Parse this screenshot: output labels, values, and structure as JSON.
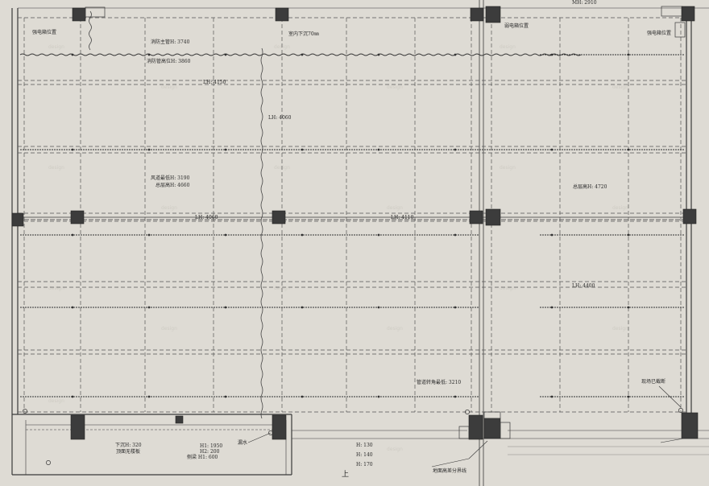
{
  "labels": {
    "top_mh": "MH: 2910",
    "strong_box_left": "强电箱位置",
    "weak_box": "弱电箱位置",
    "strong_box_right": "强电箱位置",
    "fire_main": "消防主管H: 3740",
    "fire_pipe_height": "消防管高位H: 3860",
    "indoor_sink": "室内下沉70㎜",
    "lh_4150": "LH: 4150",
    "lh_4060_vert": "LH: 4060",
    "duct_min": "风道最低H: 3190",
    "floor_height_a": "总层高H: 4660",
    "floor_height_b": "总层高H: 4720",
    "lh_4060_row": "LH: 4060",
    "lh_4110": "LH: 4110",
    "lh_4400": "LH: 4400",
    "pipe_corner": "管道转角最低: 3210",
    "site_cut": "现场已截断",
    "sink_320": "下沉H: 320",
    "no_stair": "顶面无楼板",
    "h1_1950": "H1: 1950",
    "h2_200": "H2: 200",
    "side_beam": "侧梁 H1: 600",
    "leak": "漏水",
    "h_130": "H: 130",
    "h_140": "H: 140",
    "h_170": "H: 170",
    "floor_boundary": "地面高差分界线",
    "up": "上"
  },
  "colors": {
    "background": "#dedbd4",
    "line": "#3a3a3a",
    "column": "#3c3c3c"
  }
}
